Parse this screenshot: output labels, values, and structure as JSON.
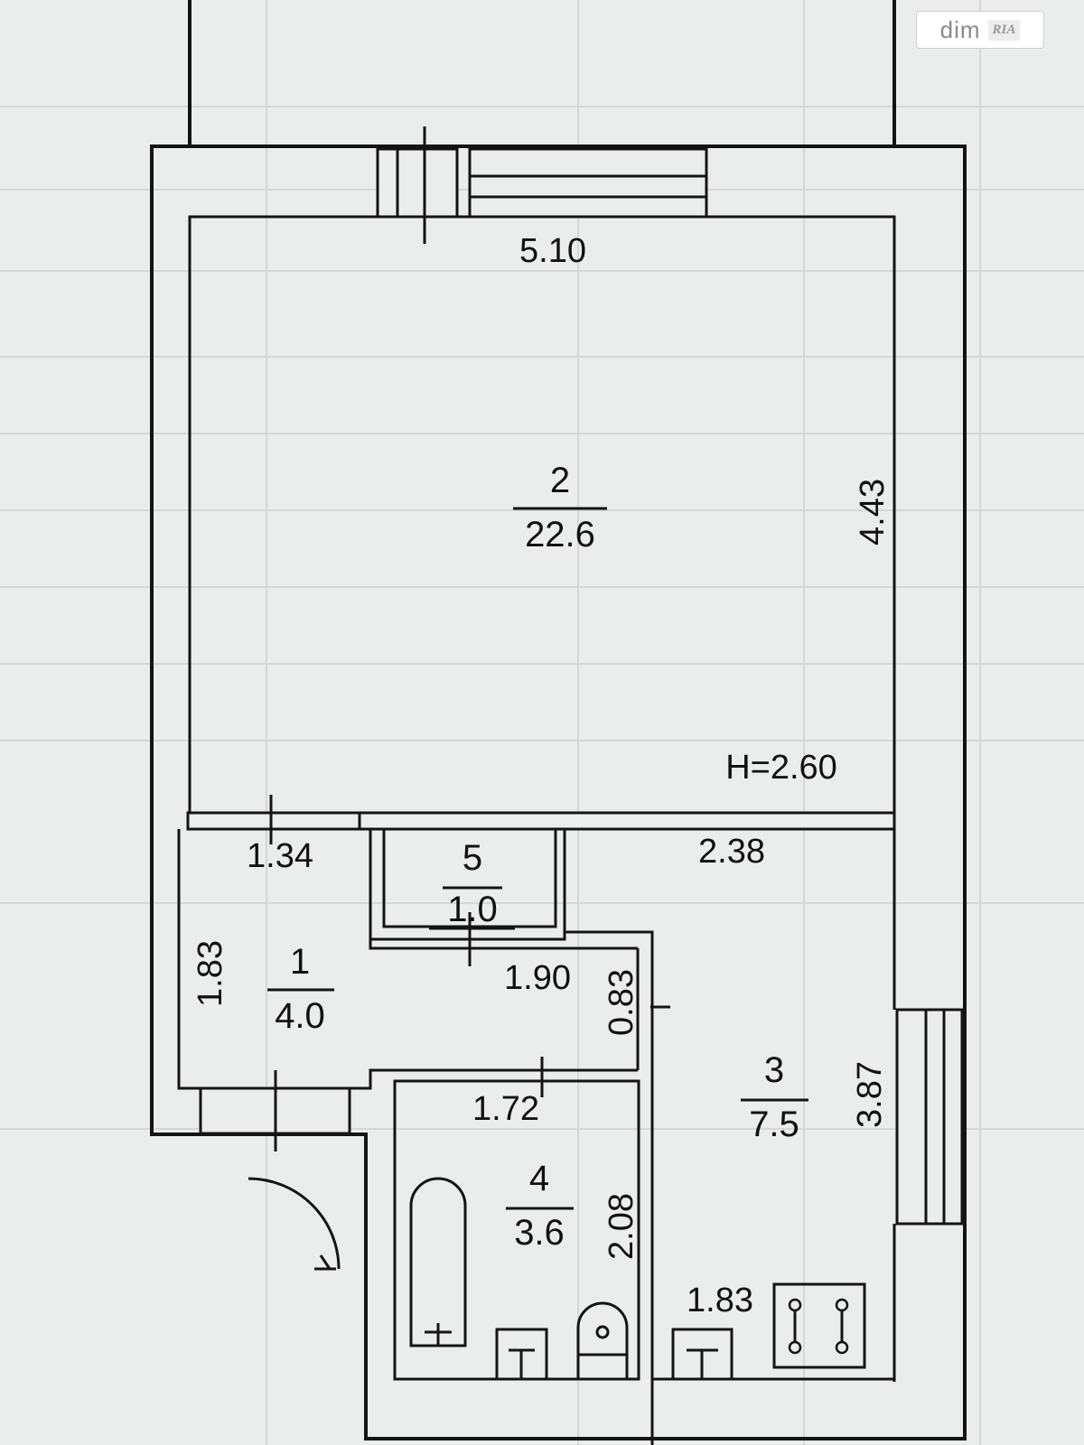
{
  "watermark": {
    "brand_text": "dim",
    "badge_text": "RIA"
  },
  "rooms": [
    {
      "number": "1",
      "area": "4.0"
    },
    {
      "number": "2",
      "area": "22.6"
    },
    {
      "number": "3",
      "area": "7.5"
    },
    {
      "number": "4",
      "area": "3.6"
    },
    {
      "number": "5",
      "area": "1.0"
    }
  ],
  "dimensions": {
    "room2_width": "5.10",
    "room2_depth": "4.43",
    "ceiling_height": "H=2.60",
    "room1_width": "1.34",
    "room1_depth": "1.83",
    "room3_width": "2.38",
    "room3_depth": "3.87",
    "corridor_width": "1.90",
    "corridor_depth": "0.83",
    "room4_width": "1.72",
    "room4_depth": "2.08",
    "kitchen_counter": "1.83"
  }
}
